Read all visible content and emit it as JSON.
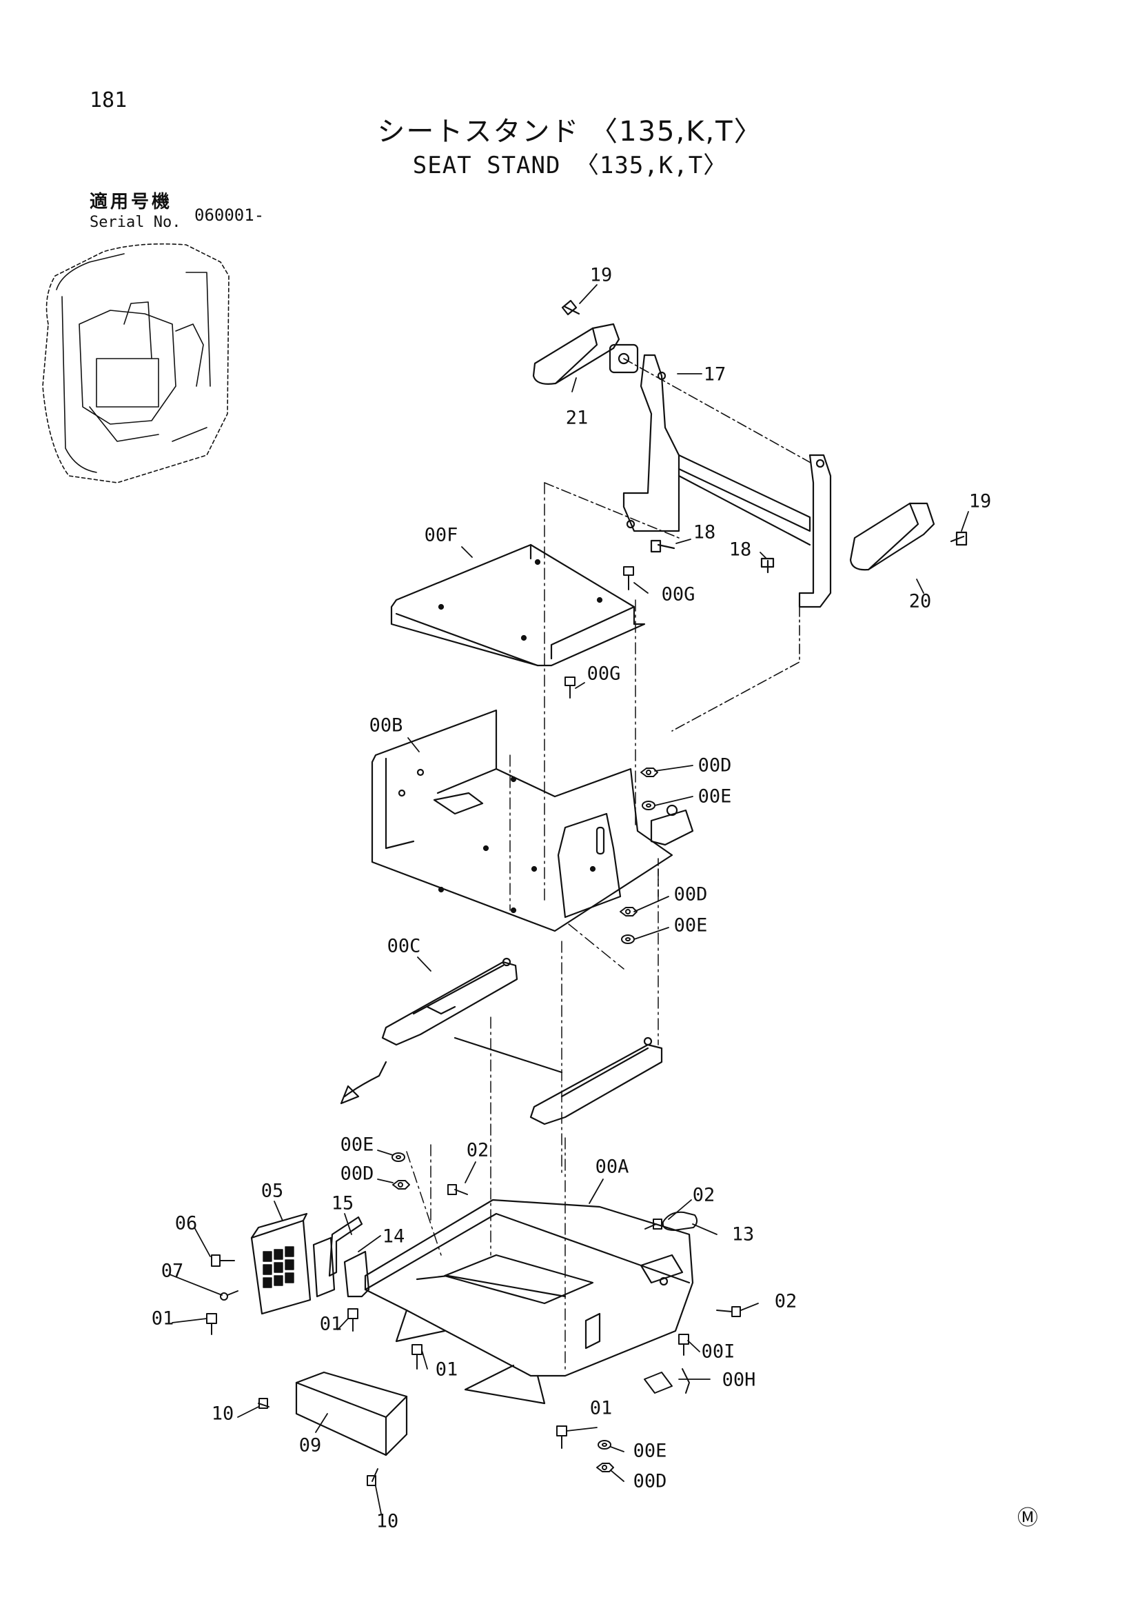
{
  "page": {
    "number": "181"
  },
  "title": {
    "jp": "シートスタンド 〈135,K,T〉",
    "en": "SEAT STAND 〈135,K,T〉"
  },
  "serial": {
    "label_jp": "適用号機",
    "label_en": "Serial No.",
    "value": "060001-"
  },
  "corner_mark": "Ⓜ",
  "callouts": [
    {
      "id": "c-19a",
      "text": "19"
    },
    {
      "id": "c-17",
      "text": "17"
    },
    {
      "id": "c-21",
      "text": "21"
    },
    {
      "id": "c-19b",
      "text": "19"
    },
    {
      "id": "c-18a",
      "text": "18"
    },
    {
      "id": "c-18b",
      "text": "18"
    },
    {
      "id": "c-20",
      "text": "20"
    },
    {
      "id": "c-00F",
      "text": "00F"
    },
    {
      "id": "c-00Ga",
      "text": "00G"
    },
    {
      "id": "c-00Gb",
      "text": "00G"
    },
    {
      "id": "c-00B",
      "text": "00B"
    },
    {
      "id": "c-00Da",
      "text": "00D"
    },
    {
      "id": "c-00Ea",
      "text": "00E"
    },
    {
      "id": "c-00Db",
      "text": "00D"
    },
    {
      "id": "c-00Eb",
      "text": "00E"
    },
    {
      "id": "c-00C",
      "text": "00C"
    },
    {
      "id": "c-00Ec",
      "text": "00E"
    },
    {
      "id": "c-00Dc",
      "text": "00D"
    },
    {
      "id": "c-02a",
      "text": "02"
    },
    {
      "id": "c-00A",
      "text": "00A"
    },
    {
      "id": "c-02b",
      "text": "02"
    },
    {
      "id": "c-13",
      "text": "13"
    },
    {
      "id": "c-05",
      "text": "05"
    },
    {
      "id": "c-15",
      "text": "15"
    },
    {
      "id": "c-06",
      "text": "06"
    },
    {
      "id": "c-14",
      "text": "14"
    },
    {
      "id": "c-07",
      "text": "07"
    },
    {
      "id": "c-02c",
      "text": "02"
    },
    {
      "id": "c-01a",
      "text": "01"
    },
    {
      "id": "c-01b",
      "text": "01"
    },
    {
      "id": "c-00I",
      "text": "00I"
    },
    {
      "id": "c-01c",
      "text": "01"
    },
    {
      "id": "c-00H",
      "text": "00H"
    },
    {
      "id": "c-10a",
      "text": "10"
    },
    {
      "id": "c-01d",
      "text": "01"
    },
    {
      "id": "c-09",
      "text": "09"
    },
    {
      "id": "c-00Ed",
      "text": "00E"
    },
    {
      "id": "c-00Dd",
      "text": "00D"
    },
    {
      "id": "c-10b",
      "text": "10"
    }
  ]
}
